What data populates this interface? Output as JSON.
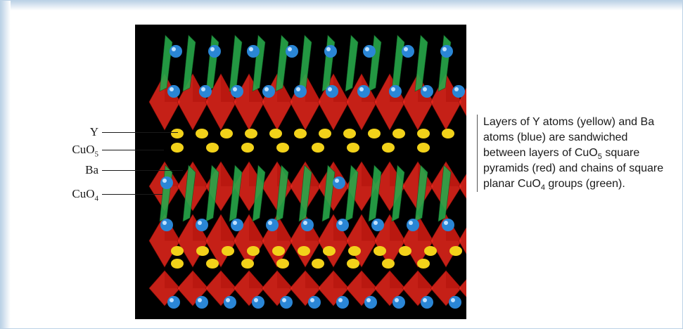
{
  "labels": {
    "y": "Y",
    "cuo5_prefix": "CuO",
    "cuo5_sub": "5",
    "ba": "Ba",
    "cuo4_prefix": "CuO",
    "cuo4_sub": "4"
  },
  "caption": {
    "part1": "Layers of Y atoms (yellow) and Ba atoms (blue) are sandwiched between layers of CuO",
    "sub1": "5",
    "part2": " square pyramids (red) and chains of square planar CuO",
    "sub2": "4",
    "part3": " groups (green)."
  },
  "colors": {
    "y_atom": "#f2d21a",
    "ba_atom": "#2a86d6",
    "cuo5_pyramid": "#e8261c",
    "cuo4_plane": "#27a84a",
    "border": "#bcd2e6"
  }
}
